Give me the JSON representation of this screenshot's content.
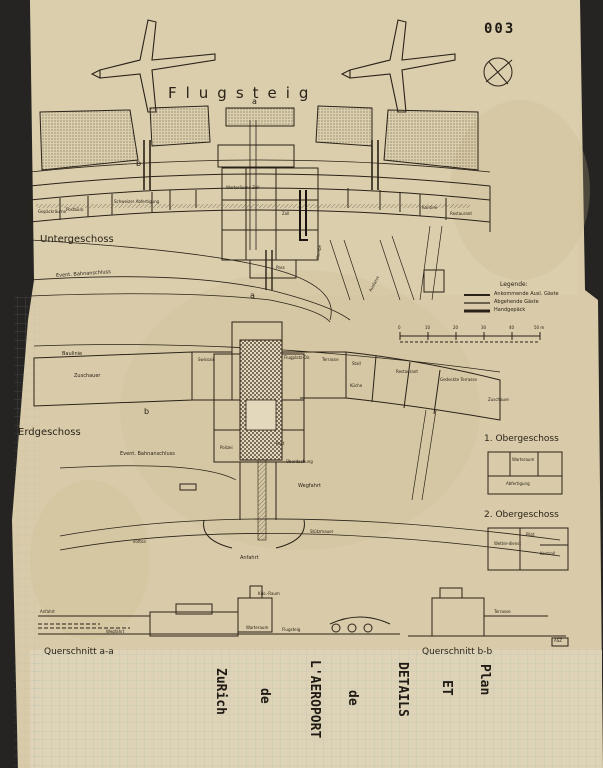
{
  "sheet_number": "003",
  "apron_label": "Flugsteig",
  "levels": {
    "basement": "Untergeschoss",
    "ground": "Erdgeschoss",
    "first": "1. Obergeschoss",
    "second": "2. Obergeschoss"
  },
  "sections": {
    "aa": "Querschnitt a-a",
    "bb": "Querschnitt b-b"
  },
  "section_marks": {
    "a": "a",
    "b": "b"
  },
  "legend": {
    "title": "Legende:",
    "items": [
      "Ankommende Ausl. Gäste",
      "Abgehende Gäste",
      "Handgepäck"
    ]
  },
  "scale": {
    "ticks": [
      "0",
      "10",
      "20",
      "30",
      "40",
      "50 m"
    ]
  },
  "basement_rooms": [
    "Gepäckräume",
    "Postbüro",
    "Warteräume Zoll",
    "Schweizer Abfertigung",
    "Kantine",
    "Restaurant",
    "Zoll",
    "Pass"
  ],
  "ground_rooms": [
    "Baulinie",
    "Zuschauer",
    "Swissair",
    "Flugplatz-Dir.",
    "Terrasse",
    "Stall",
    "Restaurant",
    "Gedeckte Terrasse",
    "Küche",
    "Zuschauer",
    "Post",
    "Polizei",
    "Überdachung"
  ],
  "ground_labels": {
    "rail": "Event. Bahnanschluss",
    "road_in": "Wegfahrt",
    "road_arr": "Anfahrt",
    "sidewalk": "Trottoir",
    "wall": "Stützmauer"
  },
  "basement_labels": {
    "rail": "Event. Bahnanschluss",
    "ramp": "Rampe",
    "exit": "Ausfahrt"
  },
  "upper_rooms": {
    "first": [
      "Warteraum",
      "Abfertigung"
    ],
    "second": [
      "Pilot",
      "Wetter-dienst",
      "Kontroll"
    ]
  },
  "section_labels": {
    "aa": [
      "Anfahrt",
      "Wegfahrt",
      "Kdo.-Raum",
      "Warteraum",
      "Flugsteig"
    ],
    "bb": [
      "Terrasse"
    ]
  },
  "handwritten": {
    "col1": "ZuRich",
    "col2": "de",
    "col3": "L'AEROPORT",
    "col4": "de",
    "col5": "DETAILS",
    "col6": "ET",
    "col7": "Plan"
  },
  "stamp": "ASZ",
  "colors": {
    "paper": "#d8c9a6",
    "ink": "#2a2218",
    "grid": "#9fb4b8",
    "hatch": "#6b5f4d"
  }
}
